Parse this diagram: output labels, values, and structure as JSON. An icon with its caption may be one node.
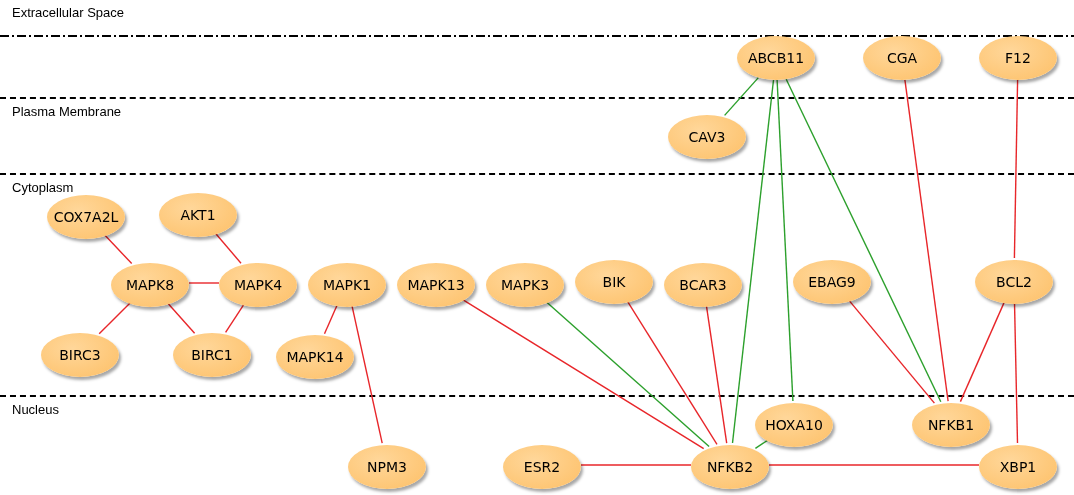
{
  "diagram": {
    "nodes": [
      {
        "text": [
          "Extracellular Space"
        ]
      },
      {
        "text": [
          "ABCB11"
        ],
        "in": 0
      },
      {
        "text": [
          "CGA"
        ],
        "in": 0
      },
      {
        "text": [
          "F12"
        ],
        "in": 0
      },
      {
        "text": [
          "Plasma Membrane"
        ]
      },
      {
        "text": [
          "CAV3"
        ],
        "in": 4
      },
      {
        "text": [
          "Cytoplasm"
        ]
      },
      {
        "text": [
          "COX7A2L"
        ],
        "in": 6
      },
      {
        "text": [
          "AKT1"
        ],
        "in": 6
      },
      {
        "text": [
          "MAPK8"
        ],
        "in": 6
      },
      {
        "text": [
          "MAPK4"
        ],
        "in": 6
      },
      {
        "text": [
          "MAPK1"
        ],
        "in": 6
      },
      {
        "text": [
          "MAPK13"
        ],
        "in": 6
      },
      {
        "text": [
          "MAPK3"
        ],
        "in": 6
      },
      {
        "text": [
          "BIK"
        ],
        "in": 6
      },
      {
        "text": [
          "BCAR3"
        ],
        "in": 6
      },
      {
        "text": [
          "EBAG9"
        ],
        "in": 6
      },
      {
        "text": [
          "BCL2"
        ],
        "in": 6
      },
      {
        "text": [
          "BIRC3"
        ],
        "in": 6
      },
      {
        "text": [
          "BIRC1"
        ],
        "in": 6
      },
      {
        "text": [
          "MAPK14"
        ],
        "in": 6
      },
      {
        "text": [
          "Nucleus"
        ]
      },
      {
        "text": [
          "HOXA10"
        ],
        "in": 21
      },
      {
        "text": [
          "NFKB1"
        ],
        "in": 21
      },
      {
        "text": [
          "NPM3"
        ],
        "in": 21
      },
      {
        "text": [
          "ESR2"
        ],
        "in": 21
      },
      {
        "text": [
          "NFKB2"
        ],
        "in": 21
      },
      {
        "text": [
          "XBP1"
        ],
        "in": 21
      }
    ],
    "edges": [
      {
        "from": 1,
        "to": 5,
        "arrow": "none",
        "color": "#2ca02c"
      },
      {
        "from": 1,
        "to": 26,
        "arrow": "none",
        "color": "#2ca02c"
      },
      {
        "from": 1,
        "to": 22,
        "arrow": "none",
        "color": "#2ca02c"
      },
      {
        "from": 1,
        "to": 23,
        "arrow": "none",
        "color": "#2ca02c"
      },
      {
        "from": 2,
        "to": 23,
        "arrow": "none"
      },
      {
        "from": 3,
        "to": 17,
        "arrow": "none"
      },
      {
        "from": 7,
        "to": 9,
        "arrow": "none"
      },
      {
        "from": 8,
        "to": 10,
        "arrow": "none"
      },
      {
        "from": 9,
        "to": 10,
        "arrow": "none"
      },
      {
        "from": 9,
        "to": 18,
        "arrow": "none"
      },
      {
        "from": 9,
        "to": 19,
        "arrow": "none"
      },
      {
        "from": 10,
        "to": 19,
        "arrow": "none"
      },
      {
        "from": 11,
        "to": 20,
        "arrow": "none"
      },
      {
        "from": 11,
        "to": 24,
        "arrow": "none"
      },
      {
        "from": 12,
        "to": 26,
        "arrow": "none"
      },
      {
        "from": 13,
        "to": 26,
        "arrow": "none",
        "color": "#2ca02c"
      },
      {
        "from": 14,
        "to": 26,
        "arrow": "none"
      },
      {
        "from": 15,
        "to": 26,
        "arrow": "none"
      },
      {
        "from": 16,
        "to": 23,
        "arrow": "none"
      },
      {
        "from": 17,
        "to": 23,
        "arrow": "none"
      },
      {
        "from": 17,
        "to": 27,
        "arrow": "none"
      },
      {
        "from": 22,
        "to": 26,
        "arrow": "none",
        "color": "#2ca02c"
      },
      {
        "from": 25,
        "to": 26,
        "arrow": "none"
      },
      {
        "from": 26,
        "to": 27,
        "arrow": "none"
      }
    ]
  }
}
